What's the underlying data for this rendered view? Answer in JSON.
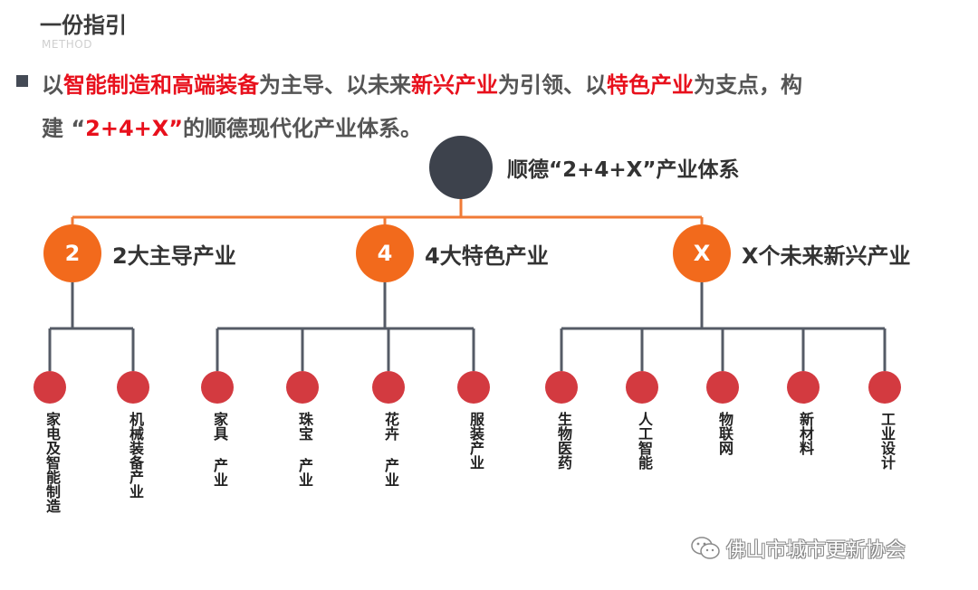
{
  "header": {
    "title": "一份指引",
    "subtitle": "METHOD"
  },
  "intro": {
    "line1": [
      {
        "text": "以",
        "red": false
      },
      {
        "text": "智能制造和高端装备",
        "red": true
      },
      {
        "text": "为主导、以未来",
        "red": false
      },
      {
        "text": "新兴产业",
        "red": true
      },
      {
        "text": "为引领、以",
        "red": false
      },
      {
        "text": "特色产业",
        "red": true
      },
      {
        "text": "为支点，构",
        "red": false
      }
    ],
    "line2": [
      {
        "text": "建 “",
        "red": false
      },
      {
        "text": "2+4+X”",
        "red": true
      },
      {
        "text": "的顺德现代化产业体系。",
        "red": false
      }
    ]
  },
  "diagram": {
    "root_label": "顺德“2+4+X”产业体系",
    "categories": [
      {
        "symbol": "2",
        "label": "2大主导产业",
        "items": [
          "家电及智能制造",
          "机械装备产业"
        ]
      },
      {
        "symbol": "4",
        "label": "4大特色产业",
        "items": [
          "家具 产业",
          "珠宝 产业",
          "花卉 产业",
          "服装产业"
        ]
      },
      {
        "symbol": "X",
        "label": "X个未来新兴产业",
        "items": [
          "生物医药",
          "人工智能",
          "物联网",
          "新材料",
          "工业设计"
        ]
      }
    ]
  },
  "colors": {
    "accent_orange": "#f26a1c",
    "highlight_red": "#e8101c",
    "leaf_red": "#d33a40",
    "root_dark": "#3d424c",
    "connector_orange": "#f07a36",
    "connector_gray": "#555b66"
  },
  "watermark": {
    "icon": "wechat-icon",
    "text": "佛山市城市更新协会"
  }
}
